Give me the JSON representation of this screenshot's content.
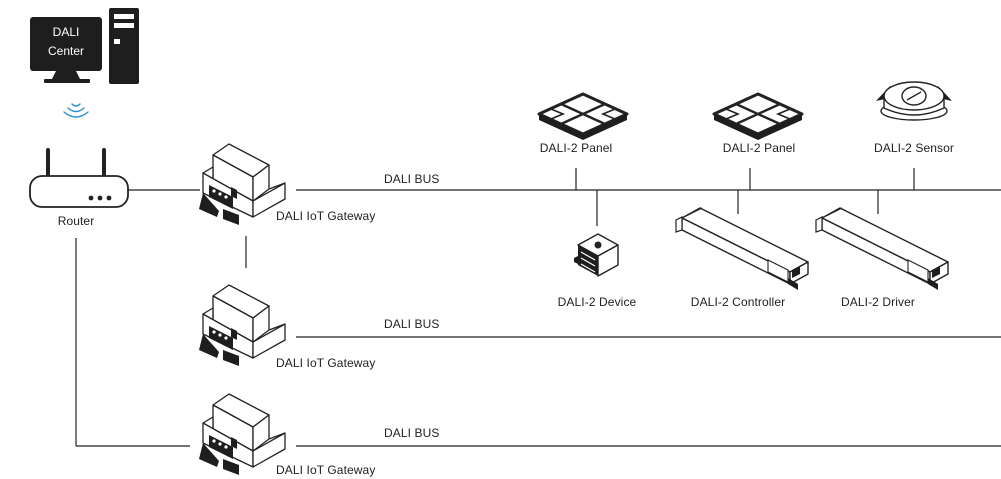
{
  "computer": {
    "line1": "DALI",
    "line2": "Center"
  },
  "router": {
    "label": "Router"
  },
  "gateways": [
    {
      "label": "DALI IoT Gateway"
    },
    {
      "label": "DALI IoT Gateway"
    },
    {
      "label": "DALI IoT Gateway"
    }
  ],
  "buses": [
    {
      "label": "DALI BUS"
    },
    {
      "label": "DALI BUS"
    },
    {
      "label": "DALI BUS"
    }
  ],
  "devices": {
    "panel1": "DALI-2 Panel",
    "panel2": "DALI-2 Panel",
    "sensor": "DALI-2 Sensor",
    "device": "DALI-2 Device",
    "controller": "DALI-2 Controller",
    "driver": "DALI-2 Driver"
  },
  "colors": {
    "line": "#222222",
    "icon_fill": "#1e1e1e",
    "background": "#ffffff",
    "wifi": "#2a8fd6"
  }
}
